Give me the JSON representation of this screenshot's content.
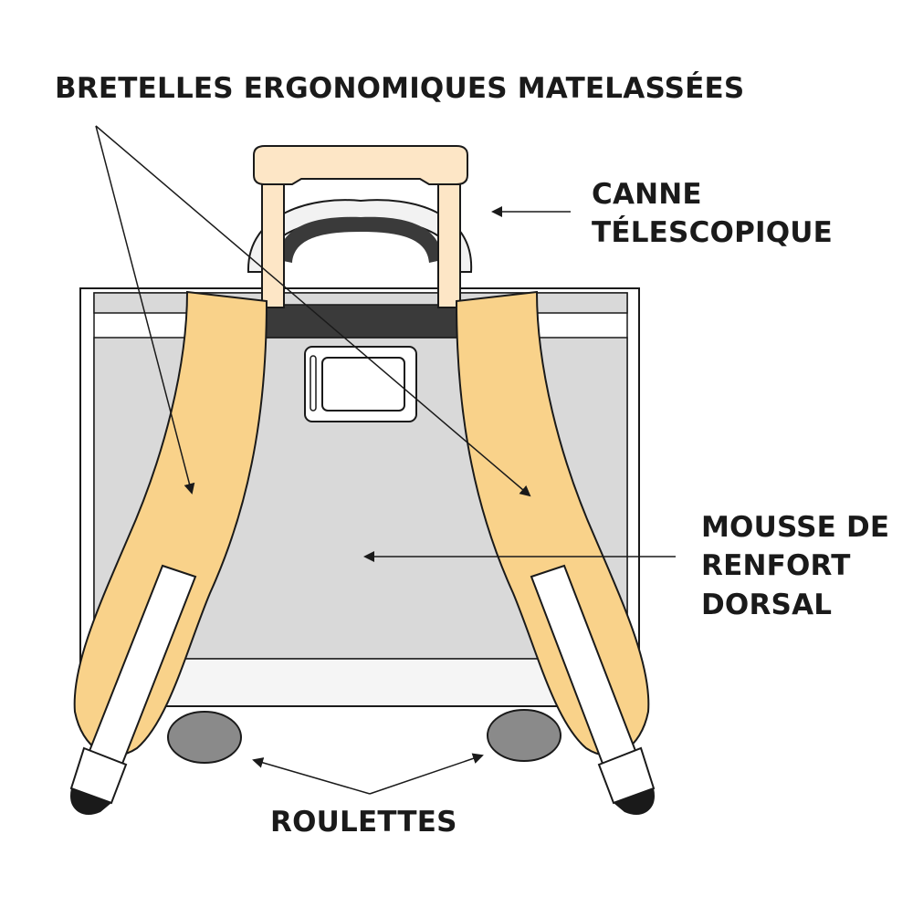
{
  "labels": {
    "bretelles": "BRETELLES ERGONOMIQUES MATELASSÉES",
    "canne": [
      "CANNE",
      "TÉLESCOPIQUE"
    ],
    "mousse": [
      "MOUSSE DE",
      "RENFORT",
      "DORSAL"
    ],
    "roulettes": "ROULETTES"
  },
  "colors": {
    "outline": "#1a1a1a",
    "strap": "#f9d28a",
    "strap_edge": "#f5f0e6",
    "handle": "#fde6c6",
    "back_panel": "#d9d9d9",
    "frame": "#ffffff",
    "band": "#3a3a3a",
    "wheel": "#8a8a8a"
  }
}
